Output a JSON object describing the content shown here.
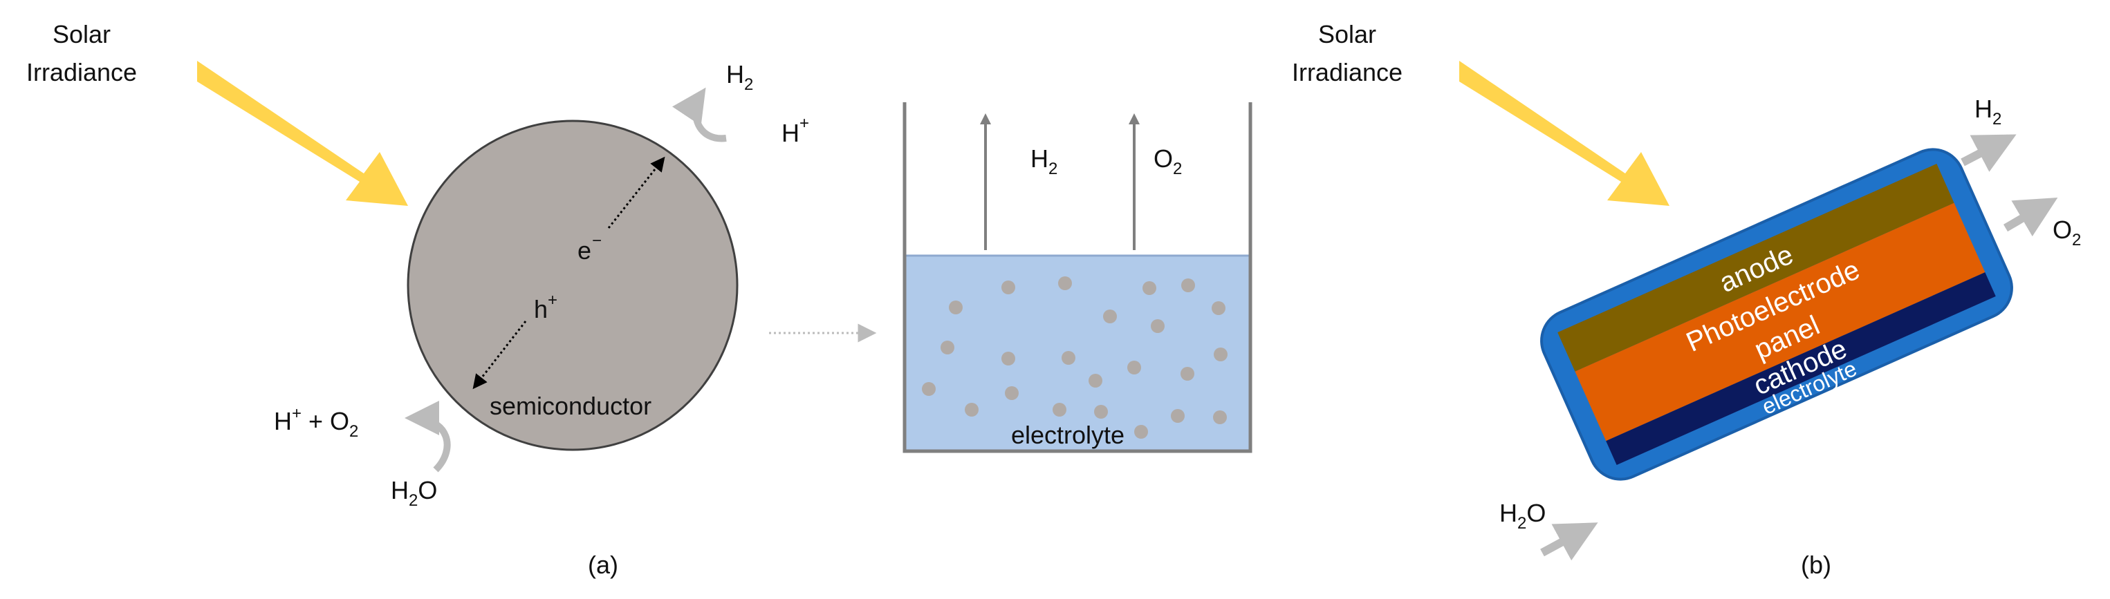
{
  "panel_a": {
    "solar_label_line1": "Solar",
    "solar_label_line2": "Irradiance",
    "electron_label": "e",
    "electron_sup": "−",
    "hole_label": "h",
    "hole_sup": "+",
    "particle_label": "semiconductor",
    "h2_top_main": "H",
    "h2_top_sub": "2",
    "hplus_top_main": "H",
    "hplus_top_sup": "+",
    "hplus_o2_main": "H",
    "hplus_o2_sup": "+",
    "hplus_o2_plus": " + O",
    "hplus_o2_sub": "2",
    "h2o_main": "H",
    "h2o_sub": "2",
    "h2o_end": "O",
    "cell_h2_main": "H",
    "cell_h2_sub": "2",
    "cell_o2_main": "O",
    "cell_o2_sub": "2",
    "electrolyte_label": "electrolyte",
    "caption": "(a)"
  },
  "panel_b": {
    "solar_label_line1": "Solar",
    "solar_label_line2": "Irradiance",
    "h2_main": "H",
    "h2_sub": "2",
    "o2_main": "O",
    "o2_sub": "2",
    "h2o_main": "H",
    "h2o_sub": "2",
    "h2o_end": "O",
    "layers": {
      "anode": "anode",
      "photoelectrode": "Photoelectrode",
      "panel": "panel",
      "cathode": "cathode",
      "electrolyte": "electrolyte"
    },
    "caption": "(b)"
  },
  "colors": {
    "sun_arrow": "#FFD44D",
    "particle": "#B0AAA6",
    "electrolyte": "#B0CAEA",
    "anode": "#7F6000",
    "photoelectrode": "#E15E02",
    "cathode": "#0B1A5E",
    "frame": "#1F73C9",
    "gray_arrow": "#BBBBBB"
  }
}
